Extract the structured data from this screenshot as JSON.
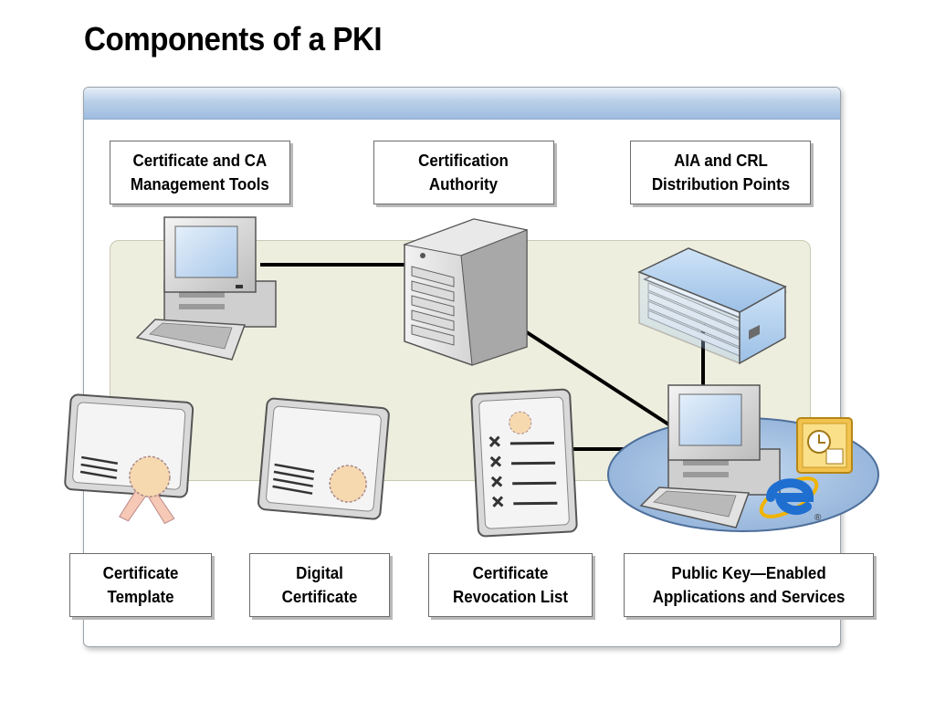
{
  "slide": {
    "title": "Components of a PKI"
  },
  "labels": {
    "ca_tools": "Certificate and CA\nManagement Tools",
    "ca": "Certification\nAuthority",
    "aia_crl": "AIA and CRL\nDistribution Points",
    "template": "Certificate\nTemplate",
    "digital_cert": "Digital\nCertificate",
    "crl": "Certificate\nRevocation List",
    "pk_apps": "Public Key—Enabled\nApplications and Services"
  },
  "icons": {
    "ca_tools": "workstation-icon",
    "ca": "server-tower-icon",
    "aia_crl": "binder-icon",
    "template": "certificate-template-icon",
    "digital_cert": "digital-certificate-icon",
    "crl": "revocation-list-icon",
    "pk_apps": "workstation-icon",
    "outlook": "outlook-icon",
    "ie": "internet-explorer-icon"
  },
  "ie_mark": "®",
  "colors": {
    "header_blue": "#9fbce0",
    "inner_area": "#eeeedf",
    "connector": "#000000",
    "seal": "#f7d9b0",
    "ellipse_blue": "#a9c6e6"
  }
}
